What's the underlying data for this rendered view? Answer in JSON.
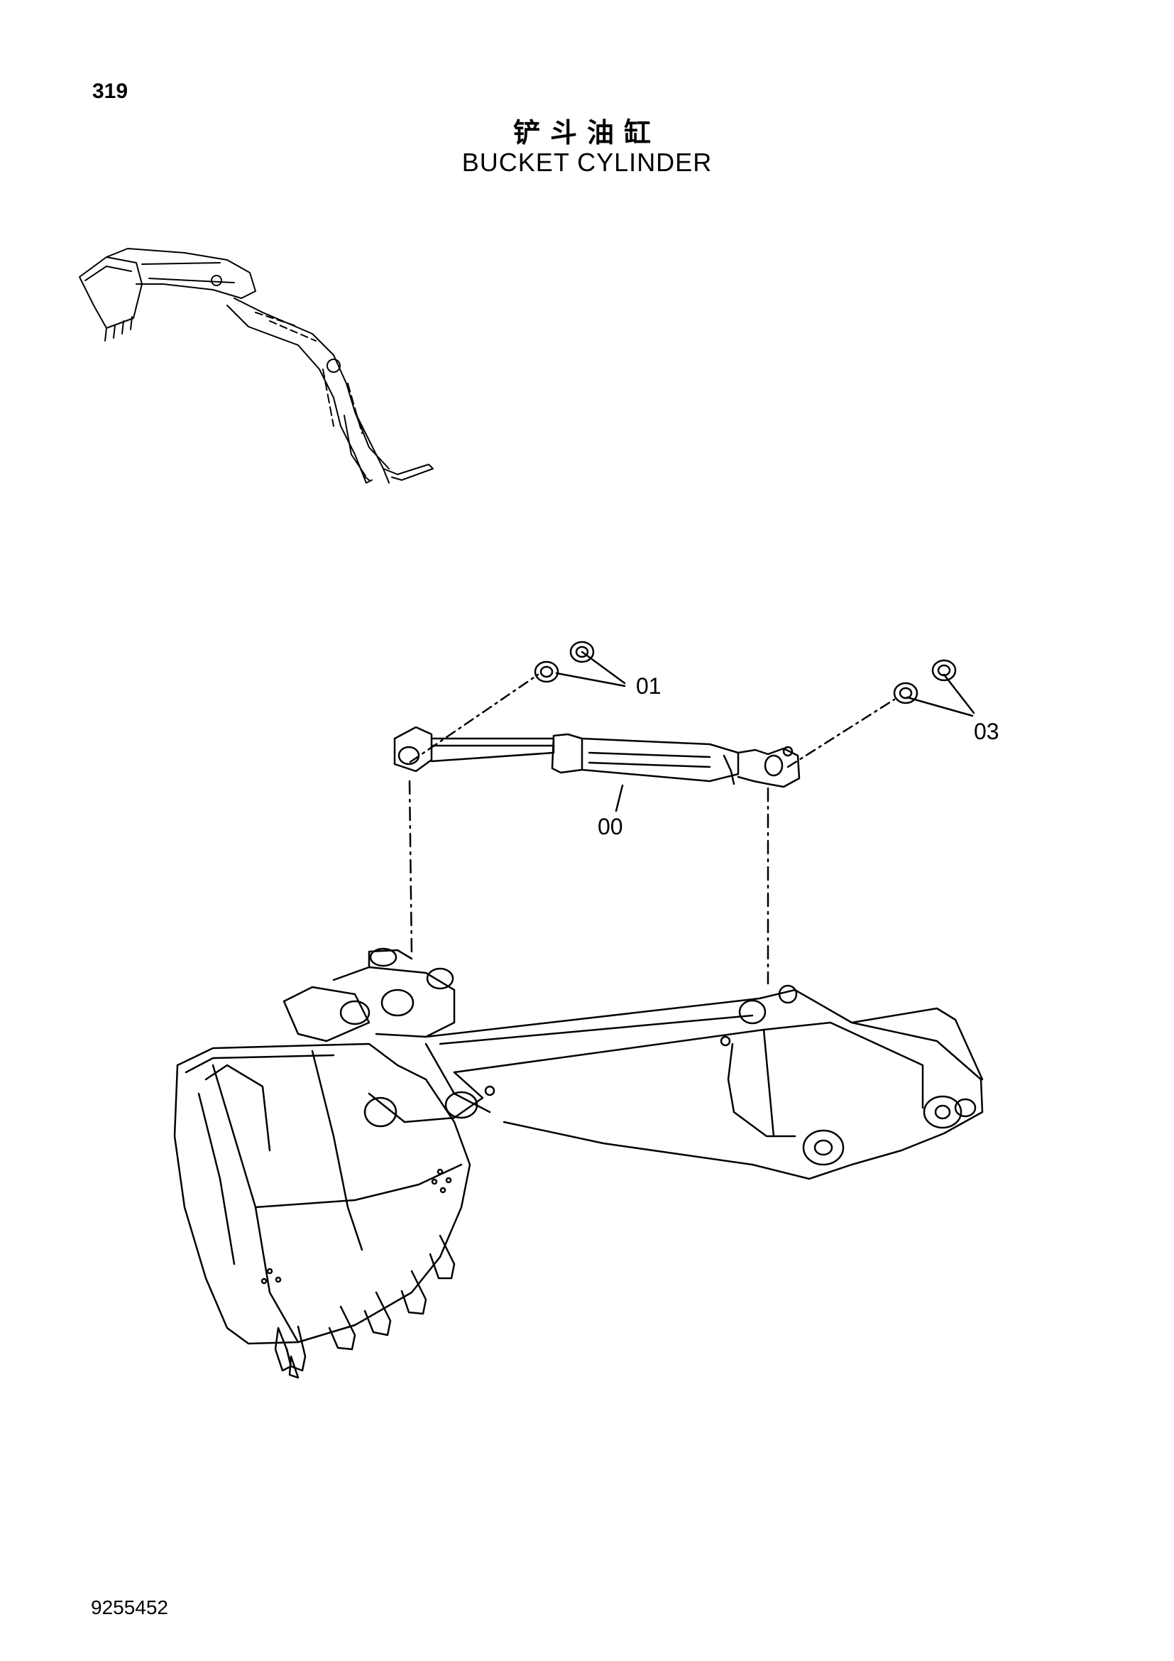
{
  "header": {
    "page_number": "319",
    "title_cn": "铲斗油缸",
    "title_en": "BUCKET CYLINDER"
  },
  "callouts": {
    "part_01": "01",
    "part_03": "03",
    "part_00": "00"
  },
  "footer": {
    "doc_number": "9255452"
  }
}
